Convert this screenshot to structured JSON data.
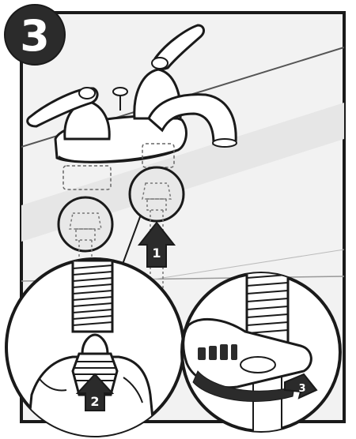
{
  "step": {
    "number": "3"
  },
  "callouts": [
    {
      "id": "arrow-1",
      "label": "1",
      "icon": "up-arrow-icon"
    },
    {
      "id": "arrow-2",
      "label": "2",
      "icon": "up-arrow-icon"
    },
    {
      "id": "arrow-3",
      "label": "3",
      "icon": "curved-arrow-icon"
    }
  ],
  "colors": {
    "ink": "#1a1a1a",
    "panel": "#f2f2f2",
    "shade": "#d0d0d0",
    "dark_fill": "#2b2b2b",
    "white": "#ffffff"
  }
}
